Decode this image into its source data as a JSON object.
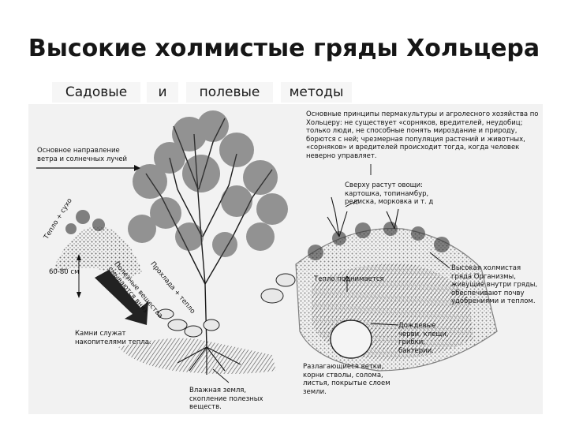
{
  "title": "Высокие холмистые гряды Хольцера",
  "subtitle": {
    "w1": "Садовые",
    "w2": "и",
    "w3": "полевые",
    "w4": "методы"
  },
  "labels": {
    "principles": "Основные принципы пермакультуры и агролесного хозяйства по Хольцеру: не существует «сорняков, вредителей, неудобиц; только люди, не способные понять мироздание и природу, борются с ней; чрезмерная популяция растений и животных, «сорняков» и вредителей происходит тогда, когда человек неверно управляет.",
    "wind": "Основное направление ветра и солнечных лучей",
    "vegetables": "Сверху растут овощи: картошка, топинамбур, редиска, морковка и т. д",
    "warm_dry": "Тепло + сухо",
    "height": "60-80 см",
    "nutrients_wash": "Полезные вещества смываются вниз",
    "moist_warm": "Прохлада + тепло",
    "heat_rises": "Тепло поднимается",
    "stones": "Камни служат накопителями тепла.",
    "high_bed": "Высокая холмистая гряда Организмы, живущие внутри гряды, обеспечивают почву удобрениями и теплом.",
    "worms": "Дождевые черви, клещи, грибки, бактерии.",
    "decomposing": "Разлагающиеся ветки, корни стволы, солома, листья, покрытые слоем земли.",
    "moist_soil": "Влажная земля, скопление полезных веществ."
  },
  "colors": {
    "ink": "#111111",
    "panel": "#f2f2f2"
  }
}
